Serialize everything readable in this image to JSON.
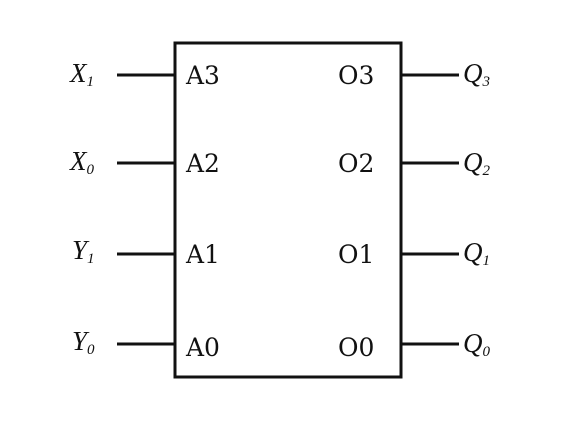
{
  "chip": {
    "inputs": [
      {
        "signal": "X",
        "sub": "1",
        "pin": "A3"
      },
      {
        "signal": "X",
        "sub": "0",
        "pin": "A2"
      },
      {
        "signal": "Y",
        "sub": "1",
        "pin": "A1"
      },
      {
        "signal": "Y",
        "sub": "0",
        "pin": "A0"
      }
    ],
    "outputs": [
      {
        "pin": "O3",
        "signal": "Q",
        "sub": "3"
      },
      {
        "pin": "O2",
        "signal": "Q",
        "sub": "2"
      },
      {
        "pin": "O1",
        "signal": "Q",
        "sub": "1"
      },
      {
        "pin": "O0",
        "signal": "Q",
        "sub": "0"
      }
    ]
  }
}
